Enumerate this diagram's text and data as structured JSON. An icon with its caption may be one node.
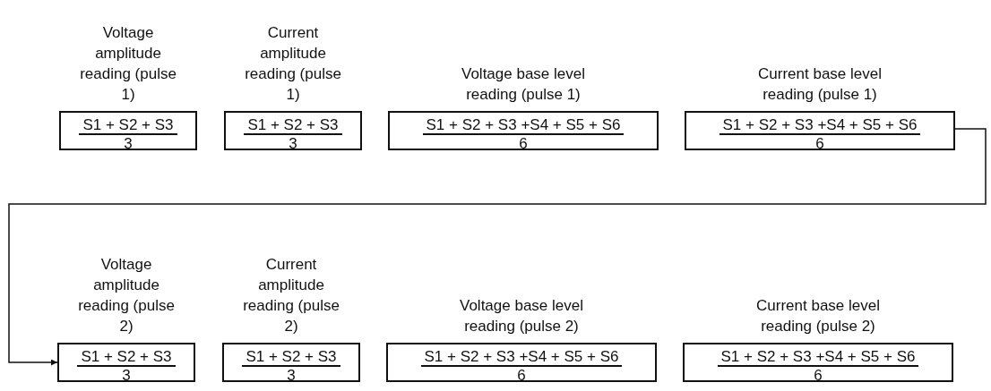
{
  "diagram": {
    "nodes": [
      {
        "text": [
          "Voltage amplitude reading (pulse 1)",
          "S1 + S2 + S3",
          "3"
        ]
      },
      {
        "text": [
          "Current amplitude reading (pulse 1)",
          "S1 + S2 + S3",
          "3"
        ]
      },
      {
        "text": [
          "Voltage base level reading (pulse 1)",
          "S1 + S2 + S3 +S4 + S5 + S6",
          "6"
        ]
      },
      {
        "text": [
          "Current base level reading (pulse 1)",
          "S1 + S2 + S3 +S4 + S5 + S6",
          "6"
        ]
      },
      {
        "text": [
          "Voltage amplitude reading (pulse 2)",
          "S1 + S2 + S3",
          "3"
        ]
      },
      {
        "text": [
          "Current amplitude reading (pulse 2)",
          "S1 + S2 + S3",
          "3"
        ]
      },
      {
        "text": [
          "Voltage base level reading (pulse 2)",
          "S1 + S2 + S3 +S4 + S5 + S6",
          "6"
        ]
      },
      {
        "text": [
          "Current base level reading (pulse 2)",
          "S1 + S2 + S3 +S4 + S5 + S6",
          "6"
        ]
      }
    ],
    "edges": [
      {
        "from": 3,
        "to": 4,
        "arrow": "to"
      }
    ]
  }
}
